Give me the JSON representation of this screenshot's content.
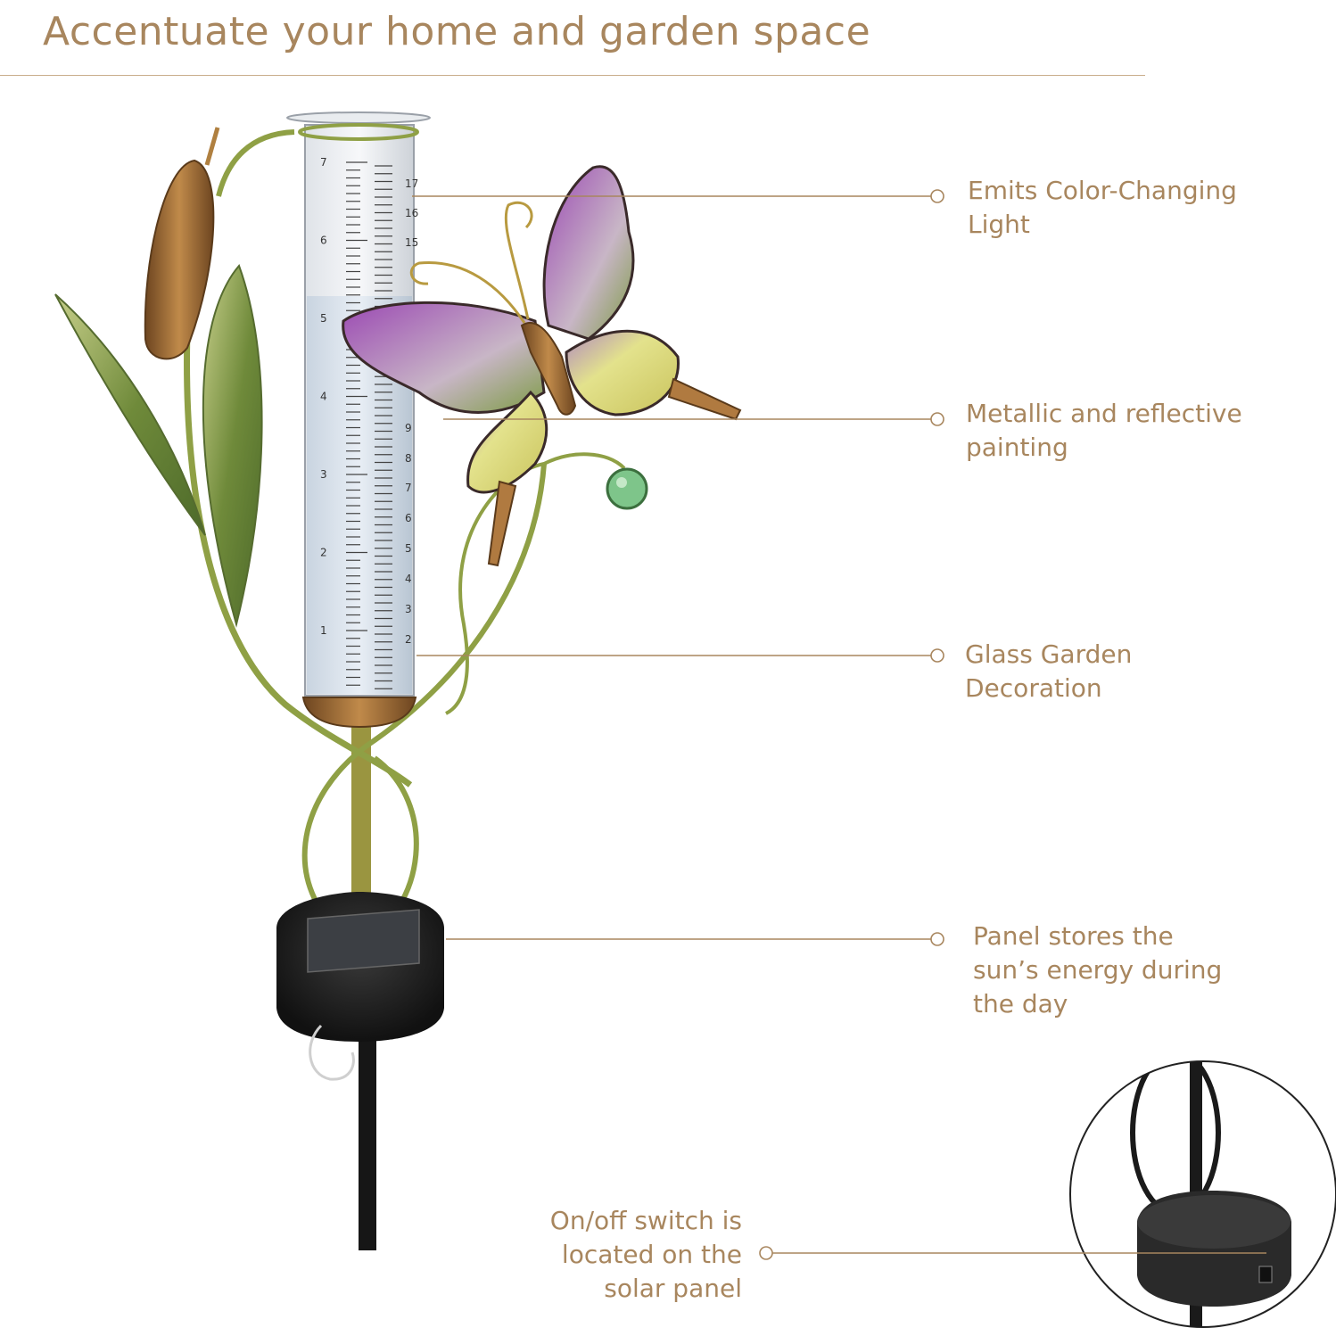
{
  "title": "Accentuate your home and garden space",
  "callouts": [
    {
      "lines": [
        "Emits Color-Changing",
        "Light"
      ]
    },
    {
      "lines": [
        "Metallic and reflective",
        "painting"
      ]
    },
    {
      "lines": [
        "Glass Garden",
        "Decoration"
      ]
    },
    {
      "lines": [
        "Panel stores the",
        "sun’s energy during",
        "the day"
      ]
    },
    {
      "lines": [
        "On/off switch is",
        "located on the",
        "solar panel"
      ]
    }
  ],
  "gauge": {
    "inch_labels": [
      "7",
      "6",
      "5",
      "4",
      "3",
      "2",
      "1"
    ],
    "cm_labels": [
      "17",
      "16",
      "15",
      "9",
      "8",
      "7",
      "6",
      "5",
      "4",
      "3",
      "2"
    ]
  },
  "colors": {
    "text": "#a8865e",
    "rule": "#c9ae8c",
    "stem": "#8fa045",
    "butterfly_purple": "#8a3a9c",
    "butterfly_yellow": "#d7d46a",
    "copper": "#9a6a34"
  }
}
